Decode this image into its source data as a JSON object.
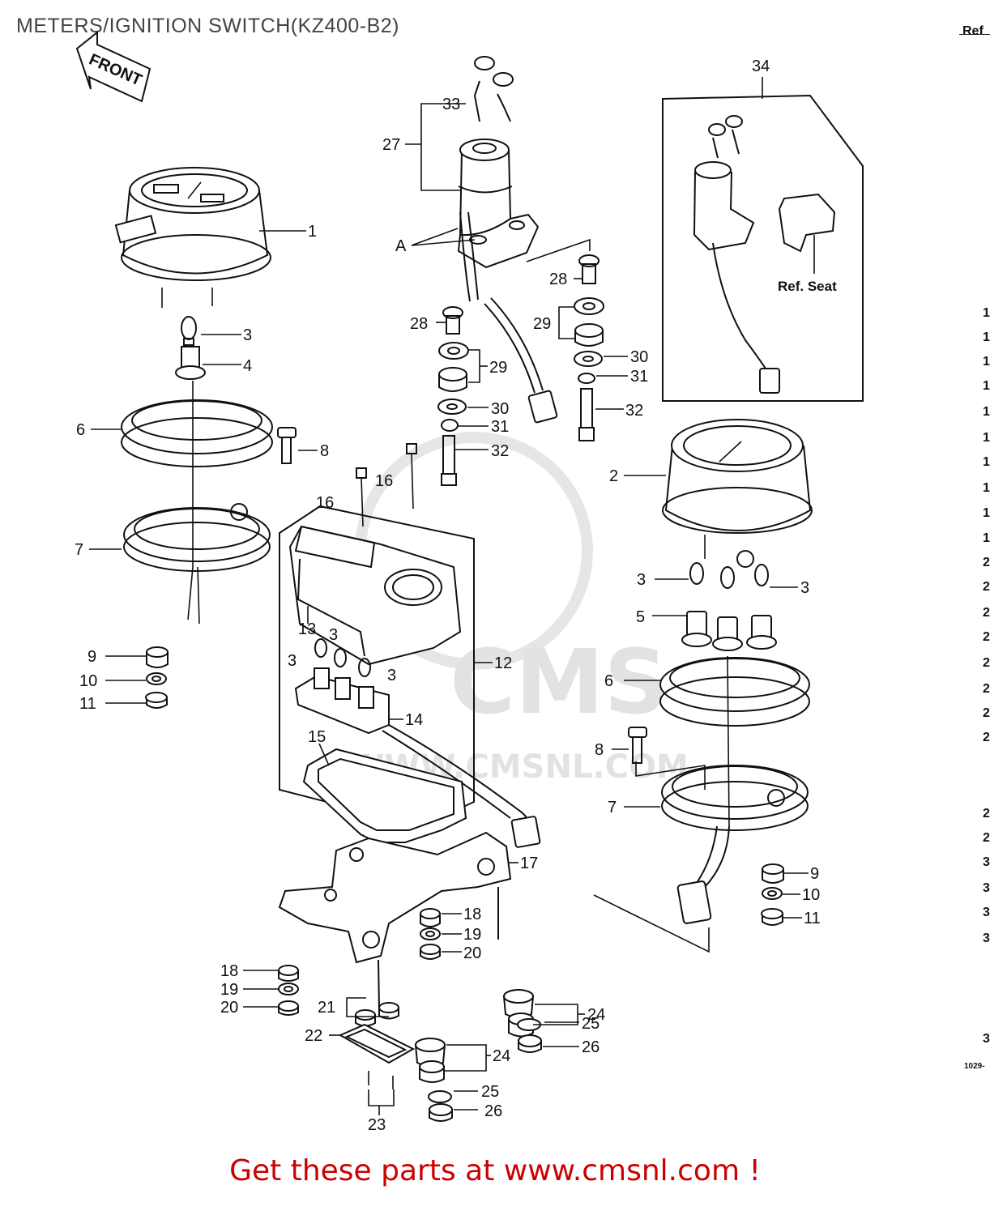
{
  "title": "METERS/IGNITION SWITCH(KZ400-B2)",
  "call_to_action": "Get these parts at www.cmsnl.com !",
  "reference_panel": {
    "header": "Ref",
    "code": "1029-",
    "entries": [
      "1",
      "1",
      "1",
      "1",
      "1",
      "1",
      "1",
      "1",
      "1",
      "1",
      "2",
      "2",
      "2",
      "2",
      "2",
      "2",
      "2",
      "2",
      "2",
      "2",
      "3",
      "3",
      "3",
      "3",
      "3"
    ]
  },
  "diagram": {
    "front_arrow_text": "FRONT",
    "inset_label": "Ref. Seat",
    "watermark": {
      "logo": "CMS",
      "url": "WWW.CMSNL.COM"
    },
    "callouts": {
      "c1": "1",
      "c2": "2",
      "c3a": "3",
      "c3b": "3",
      "c3c": "3",
      "c3d": "3",
      "c3e": "3",
      "c3f": "3",
      "c4": "4",
      "c5": "5",
      "c6a": "6",
      "c6b": "6",
      "c7a": "7",
      "c7b": "7",
      "c8a": "8",
      "c8b": "8",
      "c9a": "9",
      "c9b": "9",
      "c10a": "10",
      "c10b": "10",
      "c11a": "11",
      "c11b": "11",
      "c12": "12",
      "c13": "13",
      "c14": "14",
      "c15": "15",
      "c16a": "16",
      "c16b": "16",
      "c17": "17",
      "c18a": "18",
      "c18b": "18",
      "c19a": "19",
      "c19b": "19",
      "c20a": "20",
      "c20b": "20",
      "c21": "21",
      "c22": "22",
      "c23": "23",
      "c24a": "24",
      "c24b": "24",
      "c25a": "25",
      "c25b": "25",
      "c26a": "26",
      "c26b": "26",
      "c27": "27",
      "c28a": "28",
      "c28b": "28",
      "c29a": "29",
      "c29b": "29",
      "c30a": "30",
      "c30b": "30",
      "c31a": "31",
      "c31b": "31",
      "c32a": "32",
      "c32b": "32",
      "c33": "33",
      "c34": "34",
      "cA": "A"
    }
  }
}
